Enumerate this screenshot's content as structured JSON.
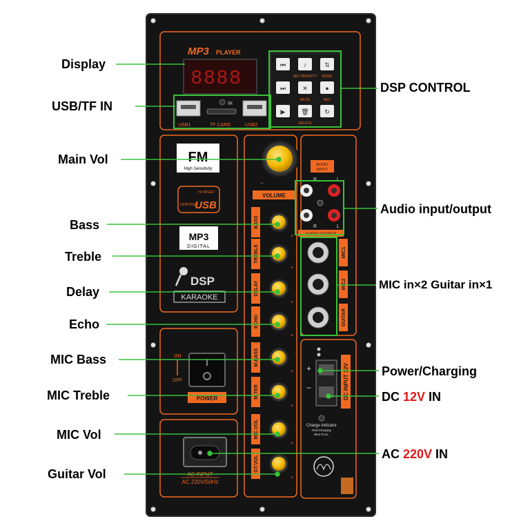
{
  "colors": {
    "panel": "#141414",
    "orange": "#f26a21",
    "knob": "#f5b800",
    "leader": "#39c23a",
    "highlight": "#e01b1b"
  },
  "left_labels": [
    {
      "id": "display",
      "text": "Display"
    },
    {
      "id": "usb",
      "text": "USB/TF IN"
    },
    {
      "id": "mainvol",
      "text": "Main Vol"
    },
    {
      "id": "bass",
      "text": "Bass"
    },
    {
      "id": "treble",
      "text": "Treble"
    },
    {
      "id": "delay",
      "text": "Delay"
    },
    {
      "id": "echo",
      "text": "Echo"
    },
    {
      "id": "micbass",
      "text": "MIC Bass"
    },
    {
      "id": "mictreble",
      "text": "MIC Treble"
    },
    {
      "id": "micvol",
      "text": "MIC Vol"
    },
    {
      "id": "guitarvol",
      "text": "Guitar Vol"
    }
  ],
  "right_labels": {
    "dsp": "DSP CONTROL",
    "audio": "Audio input/output",
    "mic": "MIC in×2 Guitar in×1",
    "power": "Power/Charging",
    "dc_pre": "DC ",
    "dc_hl": "12V",
    "dc_post": " IN",
    "ac_pre": "AC ",
    "ac_hl": "220V",
    "ac_post": " IN"
  },
  "panel": {
    "mp3_logo": "MP3",
    "mp3_player": "PLAYER",
    "display_digits": "8888",
    "usb1": "USB1",
    "tf_card": "TF CARD",
    "usb2": "USB2",
    "ir": "IR",
    "dsp_row_labels": [
      "MIC PRIORITY",
      "MODE",
      "MUTE",
      "REC",
      "DELETE"
    ],
    "fm": "FM",
    "fm_sub": "High Sensitivity",
    "hi_speed": "Hi-SPEED",
    "certified": "CERTIFIED",
    "usb_logo": "USB",
    "mp3_digital_top": "MP3",
    "mp3_digital": "DIGITAL",
    "dsp_logo": "DSP",
    "karaoke": "KARAOKE",
    "on": "ON",
    "off": "OFF",
    "power_btn": "POWER",
    "ac_input": "AC INPUT",
    "ac_spec": "AC 220V/50Hz",
    "volume": "VOLUME",
    "audio_input": [
      "AUDIO",
      "INPUT"
    ],
    "audio_output": "AUDIO OUTPUT",
    "r": "R",
    "l": "L",
    "knob_labels": [
      "BASS",
      "TREBLE",
      "DELAY",
      "ECHO",
      "M.BASS",
      "M.TER",
      "MIC.VOL",
      "GT.VOL"
    ],
    "jack_labels": [
      "MIC1",
      "MIC2",
      "GUITAR"
    ],
    "dc_input": "DC INPUT 12V",
    "charge_indicator": "Charge indicator",
    "charge_red": "Red:Charging",
    "charge_blue": "Blue:FULL",
    "plus": "+",
    "minus": "−"
  }
}
